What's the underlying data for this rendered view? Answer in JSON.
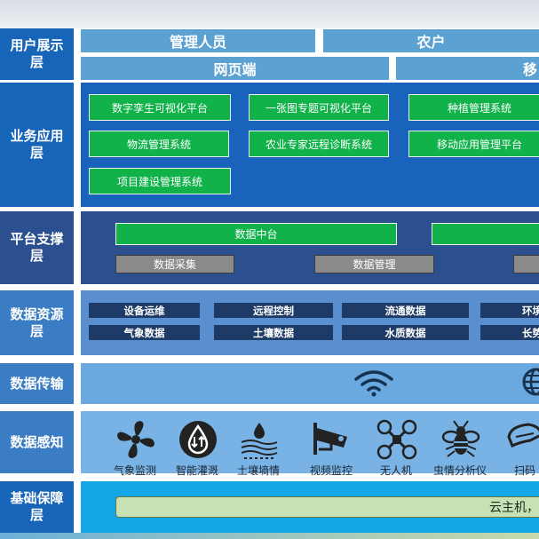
{
  "rows": {
    "user_label": "用户展示\n层",
    "business_label": "业务应用\n层",
    "platform_label": "平台支撑\n层",
    "resource_label": "数据资源\n层",
    "transfer_label": "数据传输",
    "sensing_label": "数据感知",
    "infra_label": "基础保障\n层"
  },
  "user_layer": {
    "top": [
      "管理人员",
      "农户"
    ],
    "bottom": [
      "网页端",
      "移"
    ]
  },
  "business_layer": {
    "items": [
      "数字孪生可视化平台",
      "一张图专题可视化平台",
      "种植管理系统",
      "物流管理系统",
      "农业专家远程诊断系统",
      "移动应用管理平台",
      "项目建设管理系统"
    ]
  },
  "platform_layer": {
    "center": "数据中台",
    "subs": [
      "数据采集",
      "数据管理"
    ]
  },
  "resource_layer": {
    "row1": [
      "设备运维",
      "远程控制",
      "流通数据",
      "环境"
    ],
    "row2": [
      "气象数据",
      "土壤数据",
      "水质数据",
      "长势"
    ]
  },
  "sensing_layer": {
    "items": [
      {
        "label": "气象监测",
        "icon": "fan-icon"
      },
      {
        "label": "智能灌溉",
        "icon": "irrigation-icon"
      },
      {
        "label": "土壤墒情",
        "icon": "soil-moisture-icon"
      },
      {
        "label": "视频监控",
        "icon": "camera-icon"
      },
      {
        "label": "无人机",
        "icon": "drone-icon"
      },
      {
        "label": "虫情分析仪",
        "icon": "insect-icon"
      },
      {
        "label": "扫码",
        "icon": "scan-icon"
      }
    ]
  },
  "infra_layer": {
    "text": "云主机，"
  },
  "colors": {
    "row_label_dark": "#1765b8",
    "row_label_light": "#3b7dc4",
    "green_box": "#12b24b",
    "gray_box": "#8a8a8a",
    "navy_box": "#1e3a66",
    "user_box": "#5ba2d2",
    "business_panel": "#1a63bd",
    "platform_panel": "#2c4f8f",
    "resource_panel": "#5a8fcf",
    "transfer_panel": "#6aa9df",
    "sensing_panel": "#79b3e6",
    "infra_panel": "#14a6e6"
  }
}
